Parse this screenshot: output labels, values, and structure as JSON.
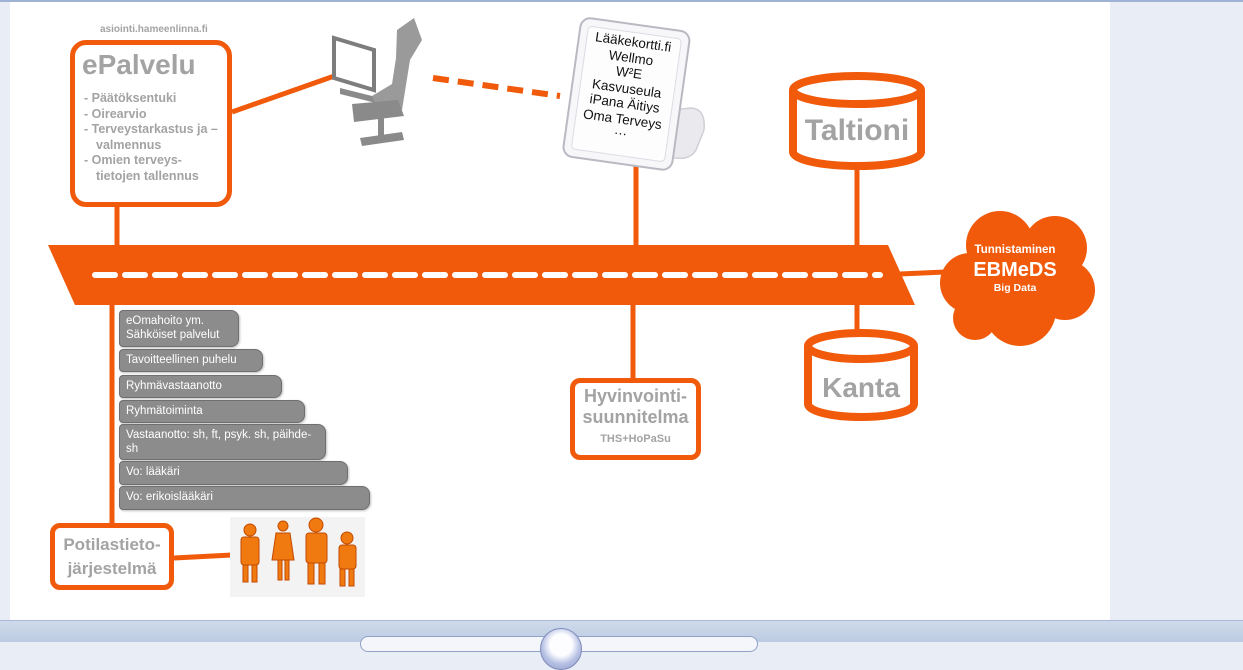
{
  "colors": {
    "accent": "#f05a0a",
    "gray_text": "#a3a3a3",
    "step_fill": "#8c8c8c",
    "slide_bg": "#ffffff",
    "frame_bg": "#e9edf6"
  },
  "epalvelu": {
    "url": "asiointi.hameenlinna.fi",
    "title": "ePalvelu",
    "items": [
      "Päätöksentuki",
      "Oirearvio",
      "Terveystarkastus ja –valmennus",
      "Omien terveys-tietojen tallennus"
    ]
  },
  "tablet": {
    "lines": [
      "Lääkekortti.fi",
      "Wellmo",
      "W²E",
      "Kasvuseula",
      "iPana Äitiys",
      "Oma Terveys",
      "…"
    ]
  },
  "taltioni": {
    "label": "Taltioni"
  },
  "kanta": {
    "label": "Kanta"
  },
  "cloud": {
    "line1": "Tunnistaminen",
    "line2": "EBMeDS",
    "line3": "Big Data"
  },
  "hyvinvointi": {
    "title_line1": "Hyvinvointi-",
    "title_line2": "suunnitelma",
    "subtitle": "THS+HoPaSu"
  },
  "potilastieto": {
    "line1": "Potilastieto-",
    "line2": "järjestelmä"
  },
  "steps": [
    "eOmahoito ym. Sähköiset palvelut",
    "Tavoitteellinen puhelu",
    "Ryhmävastaanotto",
    "Ryhmätoiminta",
    "Vastaanotto: sh, ft, psyk. sh, päihde-sh",
    "Vo: lääkäri",
    "Vo: erikoislääkäri"
  ],
  "icons": {
    "computer_user": "person-at-computer-icon",
    "tablet": "tablet-device-icon",
    "database": "database-cylinder-icon",
    "cloud": "cloud-icon",
    "staff": "healthcare-staff-figures-icon"
  }
}
